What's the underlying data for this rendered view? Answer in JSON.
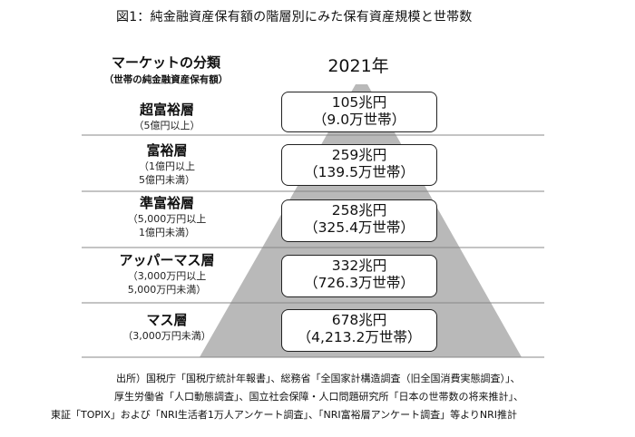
{
  "title": "図1：純金融資産保有額の階層別にみた保有資産規模と世帯数",
  "header": {
    "category_label": "マーケットの分類",
    "category_sub": "（世帯の純金融資産保有額）",
    "year": "2021年"
  },
  "tiers": [
    {
      "name": "超富裕層",
      "range_lines": [
        "（5億円以上）"
      ],
      "amount": "105兆円",
      "households": "（9.0万世帯）"
    },
    {
      "name": "富裕層",
      "range_lines": [
        "（1億円以上",
        "5億円未満）"
      ],
      "amount": "259兆円",
      "households": "（139.5万世帯）"
    },
    {
      "name": "準富裕層",
      "range_lines": [
        "（5,000万円以上",
        "1億円未満）"
      ],
      "amount": "258兆円",
      "households": "（325.4万世帯）"
    },
    {
      "name": "アッパーマス層",
      "range_lines": [
        "（3,000万円以上",
        "5,000万円未満）"
      ],
      "amount": "332兆円",
      "households": "（726.3万世帯）"
    },
    {
      "name": "マス層",
      "range_lines": [
        "（3,000万円未満）"
      ],
      "amount": "678兆円",
      "households": "（4,213.2万世帯）"
    }
  ],
  "source_lines": [
    "出所）国税庁「国税庁統計年報書」、総務省「全国家計構造調査（旧全国消費実態調査）」、",
    "厚生労働省「人口動態調査」、国立社会保障・人口問題研究所「日本の世帯数の将来推計」、",
    "東証「TOPIX」および「NRI生活者1万人アンケート調査」、「NRI富裕層アンケート調査」等よりNRI推計"
  ],
  "colors": {
    "pyramid": "#b9b9b9",
    "divider": "#888888",
    "box_border": "#222222"
  }
}
